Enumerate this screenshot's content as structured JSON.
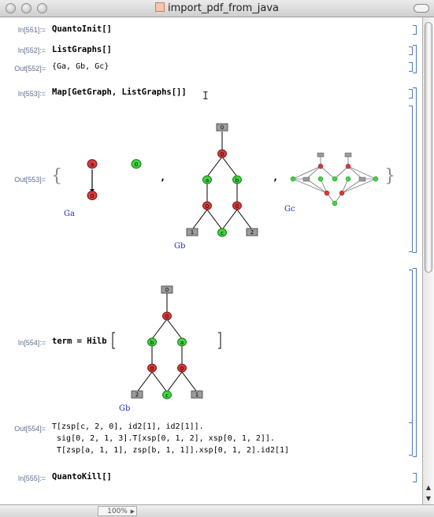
{
  "window": {
    "title": "import_pdf_from_java"
  },
  "cells": {
    "in551": {
      "label": "In[551]:=",
      "code": "QuantoInit[]"
    },
    "in552": {
      "label": "In[552]:=",
      "code": "ListGraphs[]"
    },
    "out552": {
      "label": "Out[552]=",
      "value": "{Ga, Gb, Gc}"
    },
    "in553": {
      "label": "In[553]:=",
      "code": "Map[GetGraph, ListGraphs[]]"
    },
    "out553": {
      "label": "Out[553]=",
      "open_brace": "{",
      "close_brace": "}",
      "comma": ",",
      "graph_labels": [
        "Ga",
        "Gb",
        "Gc"
      ]
    },
    "in554": {
      "label": "In[554]:=",
      "code": "term = Hilb",
      "graph_label": "Gb"
    },
    "out554": {
      "label": "Out[554]=",
      "line1": "T[zsp[c, 2, 0], id2[1], id2[1]].",
      "line2": " sig[0, 2, 1, 3].T[xsp[0, 1, 2], xsp[0, 1, 2]].",
      "line3": " T[zsp[a, 1, 1], zsp[b, 1, 1]].xsp[0, 1, 2].id2[1]"
    },
    "in555": {
      "label": "In[555]:=",
      "code": "QuantoKill[]"
    }
  },
  "node_text": {
    "zero": "0",
    "one": "1",
    "two": "2",
    "a": "a",
    "b": "b",
    "c": "c"
  },
  "statusbar": {
    "zoom": "100%"
  },
  "colors": {
    "red_node": "#d83a3a",
    "green_node": "#3fd43f",
    "boundary": "#9b9b9b",
    "label_blue": "#2230c8",
    "bracket_blue": "#4f78b8"
  }
}
